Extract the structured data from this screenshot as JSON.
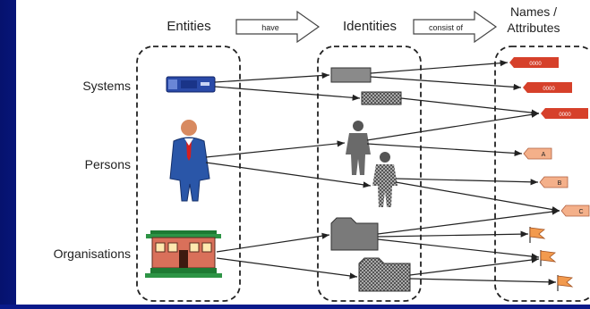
{
  "columns": {
    "entities": "Entities",
    "identities": "Identities",
    "names_line1": "Names /",
    "names_line2": "Attributes"
  },
  "relations": {
    "have": "have",
    "consist_of": "consist of"
  },
  "rows": {
    "systems": "Systems",
    "persons": "Persons",
    "organisations": "Organisations"
  },
  "attribute_tags": {
    "system_1": "0000",
    "system_2": "0000",
    "system_3": "0000",
    "person_1": "A",
    "person_2": "B",
    "person_3": "C"
  },
  "colors": {
    "slide_background": "#0a1d96",
    "panel_background": "#ffffff",
    "server_blue": "#2a4aa8",
    "system_tag_red": "#d6402a",
    "person_tag_peach": "#f4b08a",
    "flag_orange": "#f29a4e",
    "building_brick": "#d9705a",
    "building_roof": "#1e7a33"
  },
  "icons": [
    "server-icon",
    "businessman-icon",
    "building-icon",
    "identity-box-icon",
    "person-silhouette-icon",
    "folder-identity-icon",
    "tag-icon",
    "flag-icon",
    "arrow-icon"
  ]
}
